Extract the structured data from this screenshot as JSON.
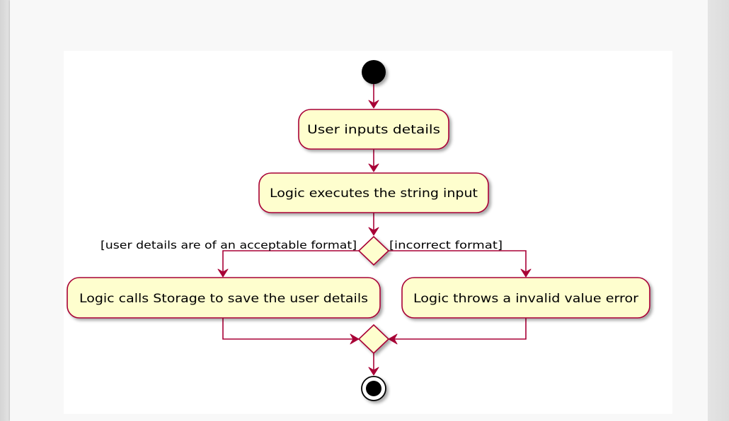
{
  "diagram": {
    "type": "activity",
    "nodes": {
      "input": "User inputs details",
      "execute": "Logic executes the string input",
      "save": "Logic calls Storage to save the user details",
      "error": "Logic throws a invalid value error"
    },
    "guards": {
      "acceptable": "[user details are of an acceptable format]",
      "incorrect": "[incorrect format]"
    },
    "colors": {
      "node_fill": "#fefece",
      "border": "#a80036",
      "start": "#000000"
    }
  }
}
